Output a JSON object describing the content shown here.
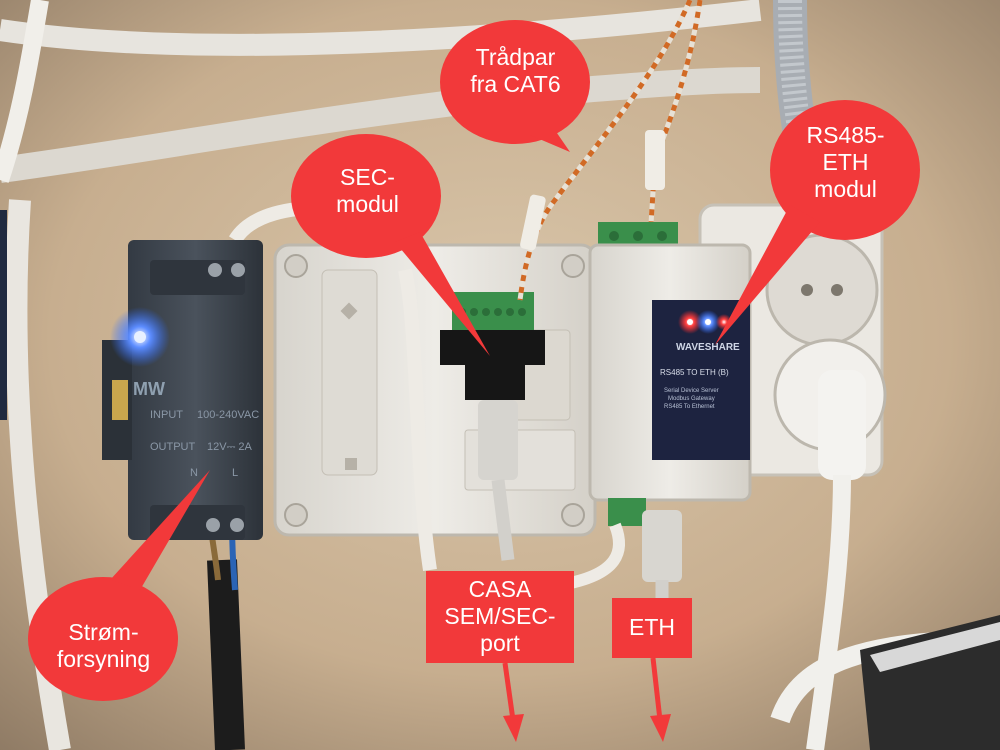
{
  "photo": {
    "colors": {
      "wall": "#cdb79a",
      "callout": "#f2393a",
      "callout_text": "#ffffff",
      "psu_body": "#3f4650",
      "enclosure": "#e9e7e2",
      "module_panel": "#1d2340",
      "led_blue": "#2d6bff",
      "led_red": "#ff2a2a",
      "terminal_green": "#3a8f4b"
    },
    "callouts": {
      "cat6": "Trådpar\nfra CAT6",
      "sec": "SEC-\nmodul",
      "rs485": "RS485-\nETH\nmodul",
      "psu": "Strøm-\nforsyning",
      "casa": "CASA\nSEM/SEC-\nport",
      "eth": "ETH"
    },
    "psu_labels": {
      "brand": "MW",
      "input": "INPUT",
      "output": "OUTPUT",
      "input_spec": "100-240VAC",
      "output_spec": "12V⎓ 2A",
      "terminal_n": "N",
      "terminal_l": "L"
    },
    "module_labels": {
      "brand": "WAVESHARE",
      "model": "RS485 TO ETH (B)",
      "line1": "Serial Device Server",
      "line2": "Modbus Gateway",
      "line3": "RS485 To Ethernet"
    }
  }
}
